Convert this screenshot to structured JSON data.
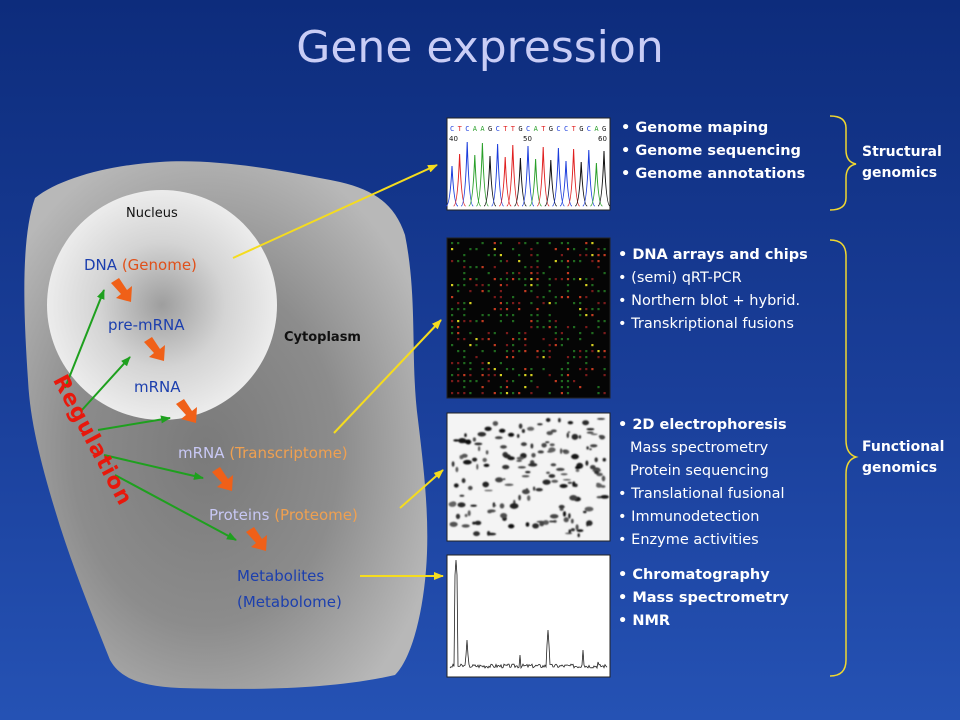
{
  "title": "Gene expression",
  "cell": {
    "nucleus": "Nucleus",
    "cytoplasm": "Cytoplasm",
    "regulation": "Regulation",
    "dna": "DNA",
    "dna_level": "(Genome)",
    "pre_mrna": "pre-mRNA",
    "mrna_nuclear": "mRNA",
    "mrna": "mRNA",
    "mrna_level": "(Transcriptome)",
    "proteins": "Proteins",
    "proteins_level": "(Proteome)",
    "metabolites": "Metabolites",
    "metabolites_level": "(Metabolome)"
  },
  "sequence_panel": {
    "bases": "CTCAAGCTTGCATGCCTGCAG",
    "ticks": [
      "40",
      "50",
      "60"
    ]
  },
  "methods": {
    "genome": [
      "Genome maping",
      "Genome sequencing",
      "Genome annotations"
    ],
    "transcriptome": [
      "DNA arrays and chips",
      "(semi) qRT-PCR",
      "Northern blot + hybrid.",
      "Transkriptional fusions"
    ],
    "proteome": [
      "2D electrophoresis",
      "Mass spectrometry",
      "Protein sequencing",
      "Translational fusional",
      "Immunodetection",
      "Enzyme activities"
    ],
    "metabolome": [
      "Chromatography",
      "Mass spectrometry",
      "NMR"
    ]
  },
  "groups": {
    "structural_line1": "Structural",
    "structural_line2": "genomics",
    "functional_line1": "Functional",
    "functional_line2": "genomics"
  },
  "colors": {
    "level_label": "#f0a050",
    "molecule_label": "#c8c8f5",
    "regulation": "#e8180c",
    "flow_arrow": "#f06018",
    "regulation_arrow": "#1ea01e",
    "link_arrow": "#f5dc1e",
    "bracket": "#f0d830",
    "metabolites_label": "#1c3fae"
  }
}
